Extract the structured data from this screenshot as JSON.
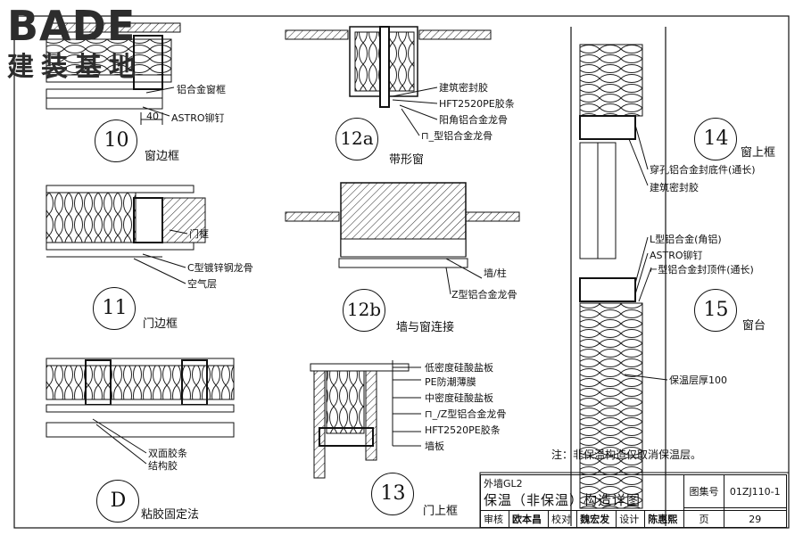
{
  "logo": {
    "brand": "BADE",
    "tagline": "建装基地"
  },
  "details": {
    "d10": {
      "number": "10",
      "caption": "窗边框",
      "labels": [
        "铝合金窗框",
        "ASTRO铆钉"
      ],
      "dimension": "40"
    },
    "d11": {
      "number": "11",
      "caption": "门边框",
      "labels": [
        "门框",
        "C型镀锌钢龙骨",
        "空气层"
      ]
    },
    "d12a": {
      "number": "12a",
      "caption": "带形窗",
      "labels": [
        "建筑密封胶",
        "HFT2520PE胶条",
        "阳角铝合金龙骨",
        "⊓_型铝合金龙骨"
      ]
    },
    "d12b": {
      "number": "12b",
      "caption": "墙与窗连接",
      "labels": [
        "墙/柱",
        "Z型铝合金龙骨"
      ]
    },
    "d13": {
      "number": "13",
      "caption": "门上框",
      "labels": [
        "低密度硅酸盐板",
        "PE防潮薄膜",
        "中密度硅酸盐板",
        "⊓_/Z型铝合金龙骨",
        "HFT2520PE胶条",
        "墙板"
      ]
    },
    "d14": {
      "number": "14",
      "caption": "窗上框",
      "labels": [
        "穿孔铝合金封底件(通长)",
        "建筑密封胶"
      ]
    },
    "d15": {
      "number": "15",
      "caption": "窗台",
      "labels": [
        "L型铝合金(角铝)",
        "ASTRO铆钉",
        "⌐型铝合金封顶件(通长)",
        "保温层厚100"
      ]
    },
    "dD": {
      "number": "D",
      "caption": "粘胶固定法",
      "labels": [
        "双面胶条",
        "结构胶"
      ]
    }
  },
  "note": "注：非保温构造仅取消保温层。",
  "title_block": {
    "subtitle": "外墙GL2",
    "title": "保温（非保温）构造详图",
    "atlas_label": "图集号",
    "atlas_no": "01ZJ110-1",
    "review_label": "审核",
    "review_sig": "欧本昌",
    "check_label": "校对",
    "check_sig": "魏宏发",
    "design_label": "设计",
    "design_sig": "陈惠熙",
    "page_label": "页",
    "page_no": "29"
  }
}
